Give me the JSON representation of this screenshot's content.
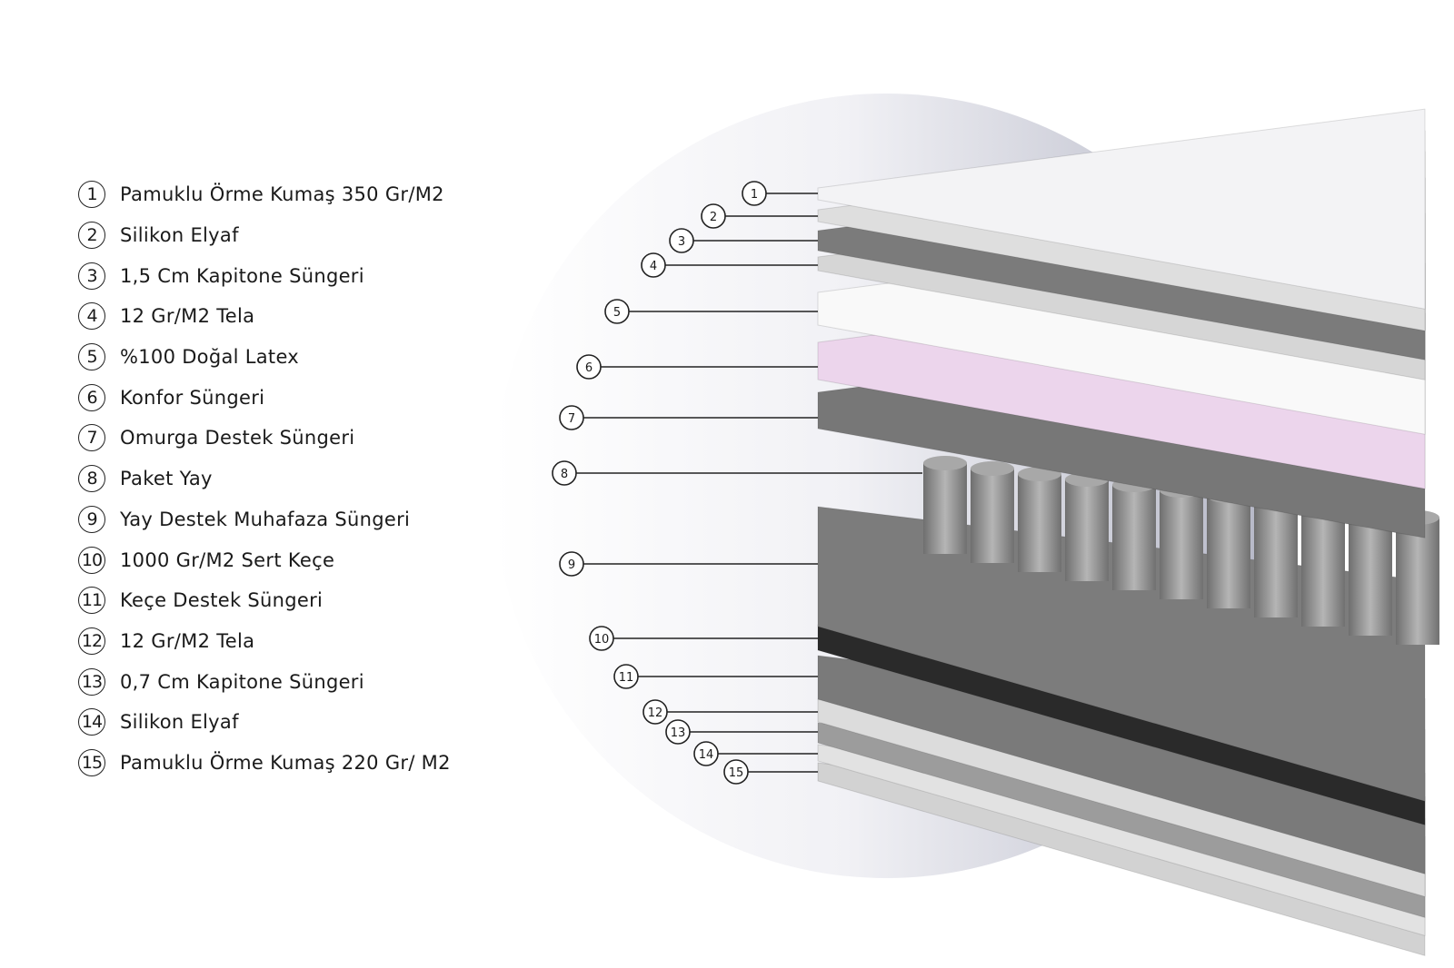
{
  "layers": [
    {
      "num": "1",
      "label": "Pamuklu Örme Kumaş 350 Gr/M2",
      "color": "#f3f3f5"
    },
    {
      "num": "2",
      "label": "Silikon Elyaf",
      "color": "#dedede"
    },
    {
      "num": "3",
      "label": "1,5 Cm Kapitone Süngeri",
      "color": "#7b7b7b"
    },
    {
      "num": "4",
      "label": "12 Gr/M2 Tela",
      "color": "#d6d6d6"
    },
    {
      "num": "5",
      "label": "%100 Doğal Latex",
      "color": "#f9f9f9"
    },
    {
      "num": "6",
      "label": "Konfor Süngeri",
      "color": "#ecd5ec"
    },
    {
      "num": "7",
      "label": "Omurga Destek Süngeri",
      "color": "#777777"
    },
    {
      "num": "8",
      "label": "Paket Yay",
      "color": "#9a9a9a"
    },
    {
      "num": "9",
      "label": "Yay Destek Muhafaza Süngeri",
      "color": "#7c7c7c"
    },
    {
      "num": "10",
      "label": "1000 Gr/M2 Sert Keçe",
      "color": "#2a2a2a"
    },
    {
      "num": "11",
      "label": "Keçe Destek Süngeri",
      "color": "#7a7a7a"
    },
    {
      "num": "12",
      "label": "12 Gr/M2 Tela",
      "color": "#dcdcdc"
    },
    {
      "num": "13",
      "label": "0,7 Cm Kapitone Süngeri",
      "color": "#9c9c9c"
    },
    {
      "num": "14",
      "label": "Silikon Elyaf",
      "color": "#e2e2e2"
    },
    {
      "num": "15",
      "label": "Pamuklu Örme Kumaş 220 Gr/ M2",
      "color": "#d2d2d2"
    }
  ],
  "colors": {
    "backdrop_light": "#ffffff",
    "backdrop_dark": "#b5b7c6",
    "ink": "#1a1a1a"
  }
}
